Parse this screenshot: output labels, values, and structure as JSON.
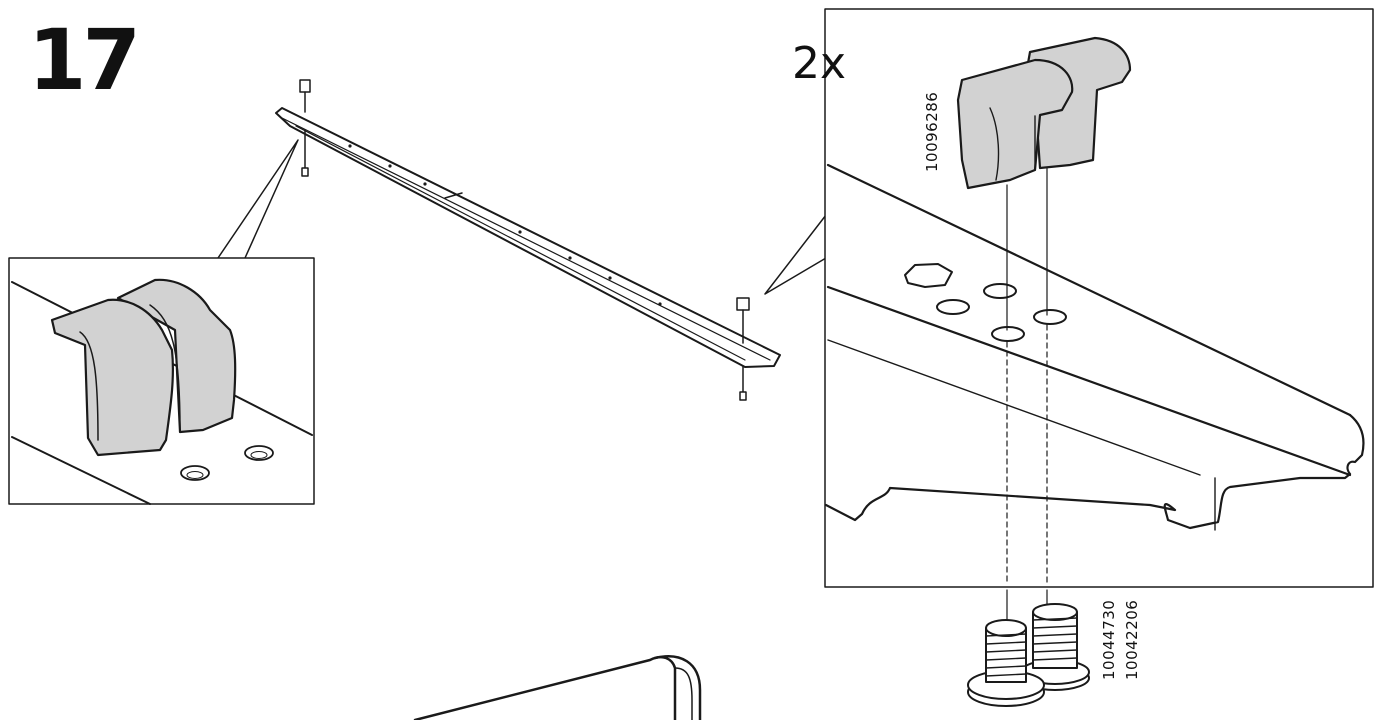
{
  "step": {
    "number": "17"
  },
  "detail": {
    "quantity": "2x"
  },
  "parts": {
    "clip_part_number": "10096286",
    "bolt_part_number_a": "10044730",
    "bolt_part_number_b": "10042206"
  },
  "colors": {
    "line": "#1a1a1a",
    "part_fill": "#d2d2d2",
    "background": "#ffffff"
  }
}
